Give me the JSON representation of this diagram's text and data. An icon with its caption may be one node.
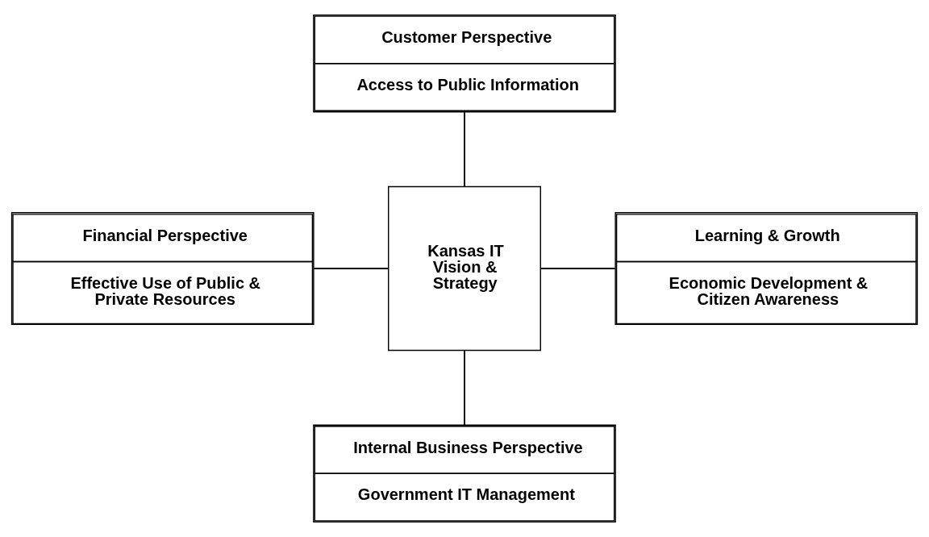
{
  "diagram": {
    "nodes": [
      {
        "text": [
          "Customer Perspective",
          "Access to Public Information"
        ]
      },
      {
        "text": [
          "Financial Perspective",
          "Effective Use of Public & Private Resources"
        ]
      },
      {
        "text": [
          "Kansas IT Vision & Strategy"
        ]
      },
      {
        "text": [
          "Learning & Growth",
          "Economic Development & Citizen Awareness"
        ]
      },
      {
        "text": [
          "Internal Business Perspective",
          "Government IT Management"
        ]
      }
    ],
    "edges": [
      {
        "from": 0,
        "to": 2,
        "arrow": "none"
      },
      {
        "from": 1,
        "to": 2,
        "arrow": "none"
      },
      {
        "from": 2,
        "to": 3,
        "arrow": "none"
      },
      {
        "from": 2,
        "to": 4,
        "arrow": "none"
      }
    ]
  }
}
